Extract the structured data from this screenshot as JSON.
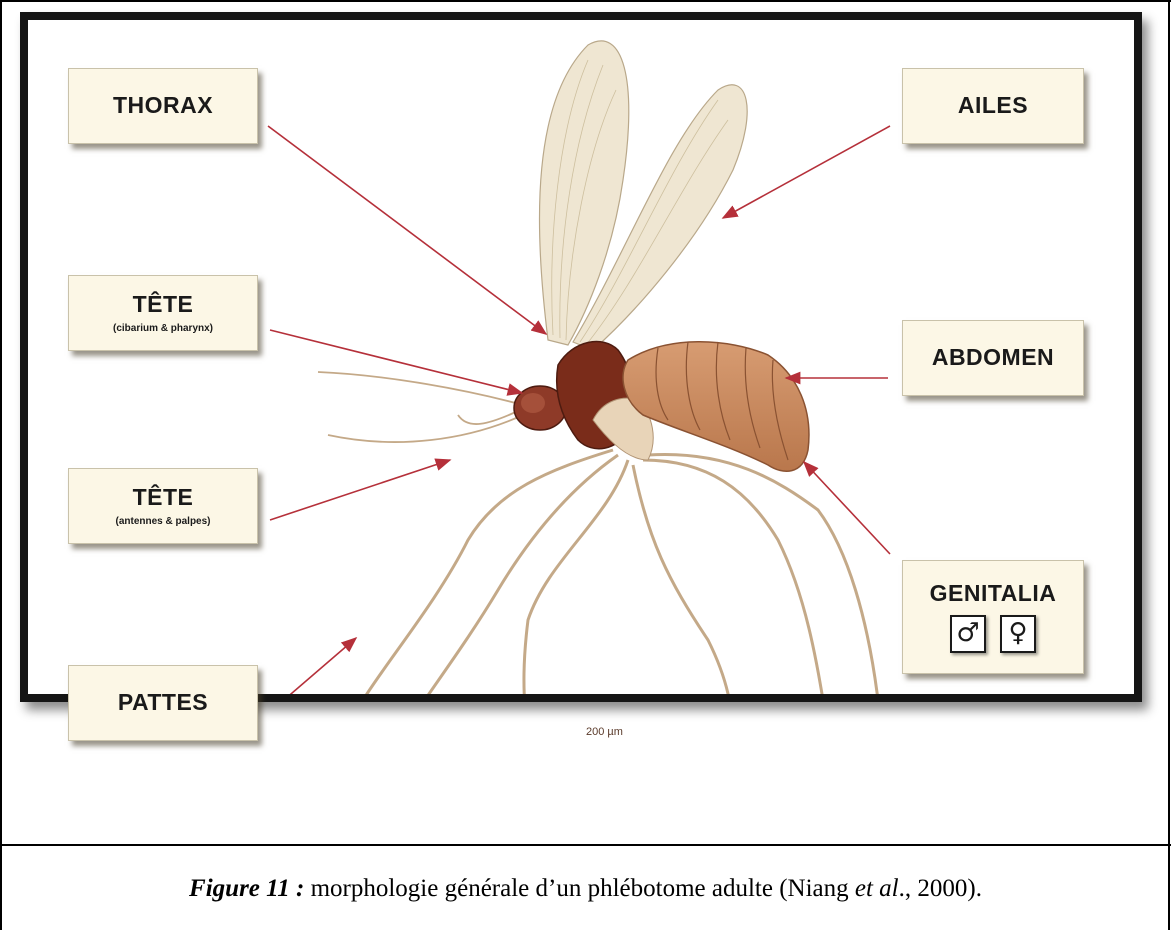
{
  "labels": {
    "thorax": "THORAX",
    "ailes": "AILES",
    "tete_1": "TÊTE",
    "tete_1_sub": "(cibarium & pharynx)",
    "abdomen": "ABDOMEN",
    "tete_2": "TÊTE",
    "tete_2_sub": "(antennes & palpes)",
    "genitalia": "GENITALIA",
    "male_symbol": "♂",
    "female_symbol": "♀",
    "pattes": "PATTES"
  },
  "scale_bar": "200 µm",
  "caption": {
    "figure_number": "Figure 11 :",
    "text_before": " morphologie générale d’un phlébotome adulte (Niang ",
    "et_al": "et al",
    "text_after": "., 2000)."
  },
  "colors": {
    "arrow": "#b5303a",
    "label_bg": "#fcf7e6",
    "thorax_body": "#7a2c1a",
    "abdomen_body": "#c98a5e",
    "wing": "#efe6d2"
  }
}
